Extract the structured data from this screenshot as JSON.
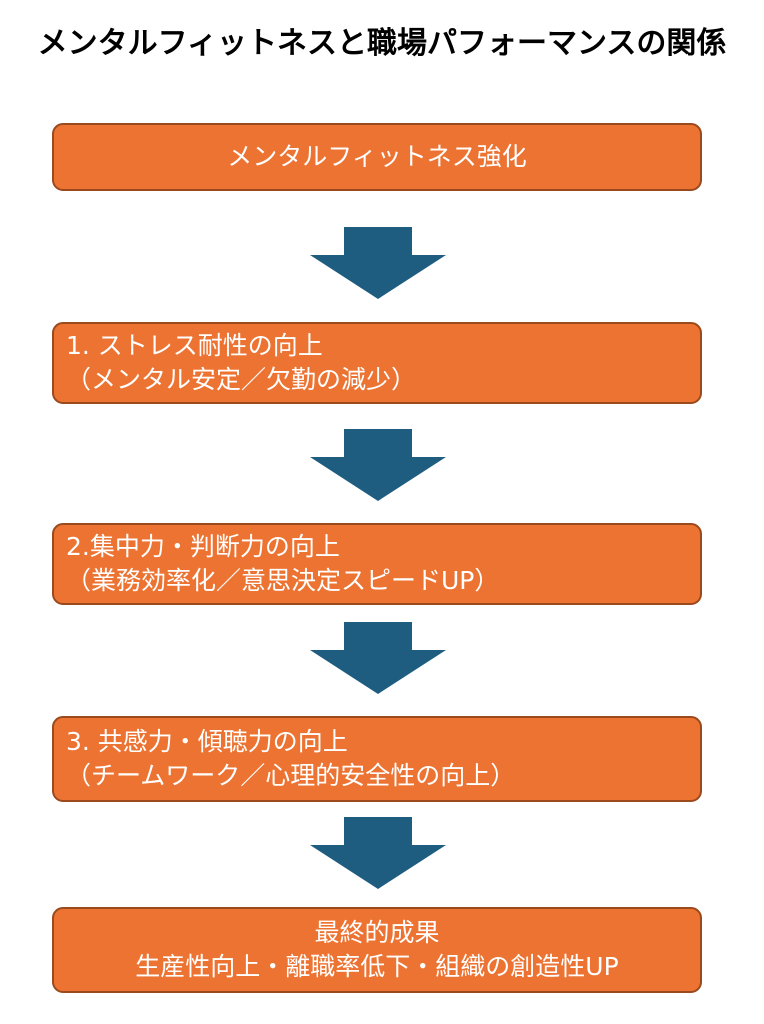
{
  "title": "メンタルフィットネスと職場パフォーマンスの関係",
  "colors": {
    "box_fill": "#ec7332",
    "box_border": "#9a4a1c",
    "arrow": "#1e5c80",
    "text": "#ffffff"
  },
  "steps": [
    {
      "lines": [
        "メンタルフィットネス強化"
      ]
    },
    {
      "lines": [
        "1.  ストレス耐性の向上",
        "（メンタル安定／欠勤の減少）"
      ]
    },
    {
      "lines": [
        "2.集中力・判断力の向上",
        "（業務効率化／意思決定スピードUP）"
      ]
    },
    {
      "lines": [
        "3.  共感力・傾聴力の向上",
        "（チームワーク／心理的安全性の向上）"
      ]
    },
    {
      "lines": [
        "最終的成果",
        "生産性向上・離職率低下・組織の創造性UP"
      ]
    }
  ]
}
